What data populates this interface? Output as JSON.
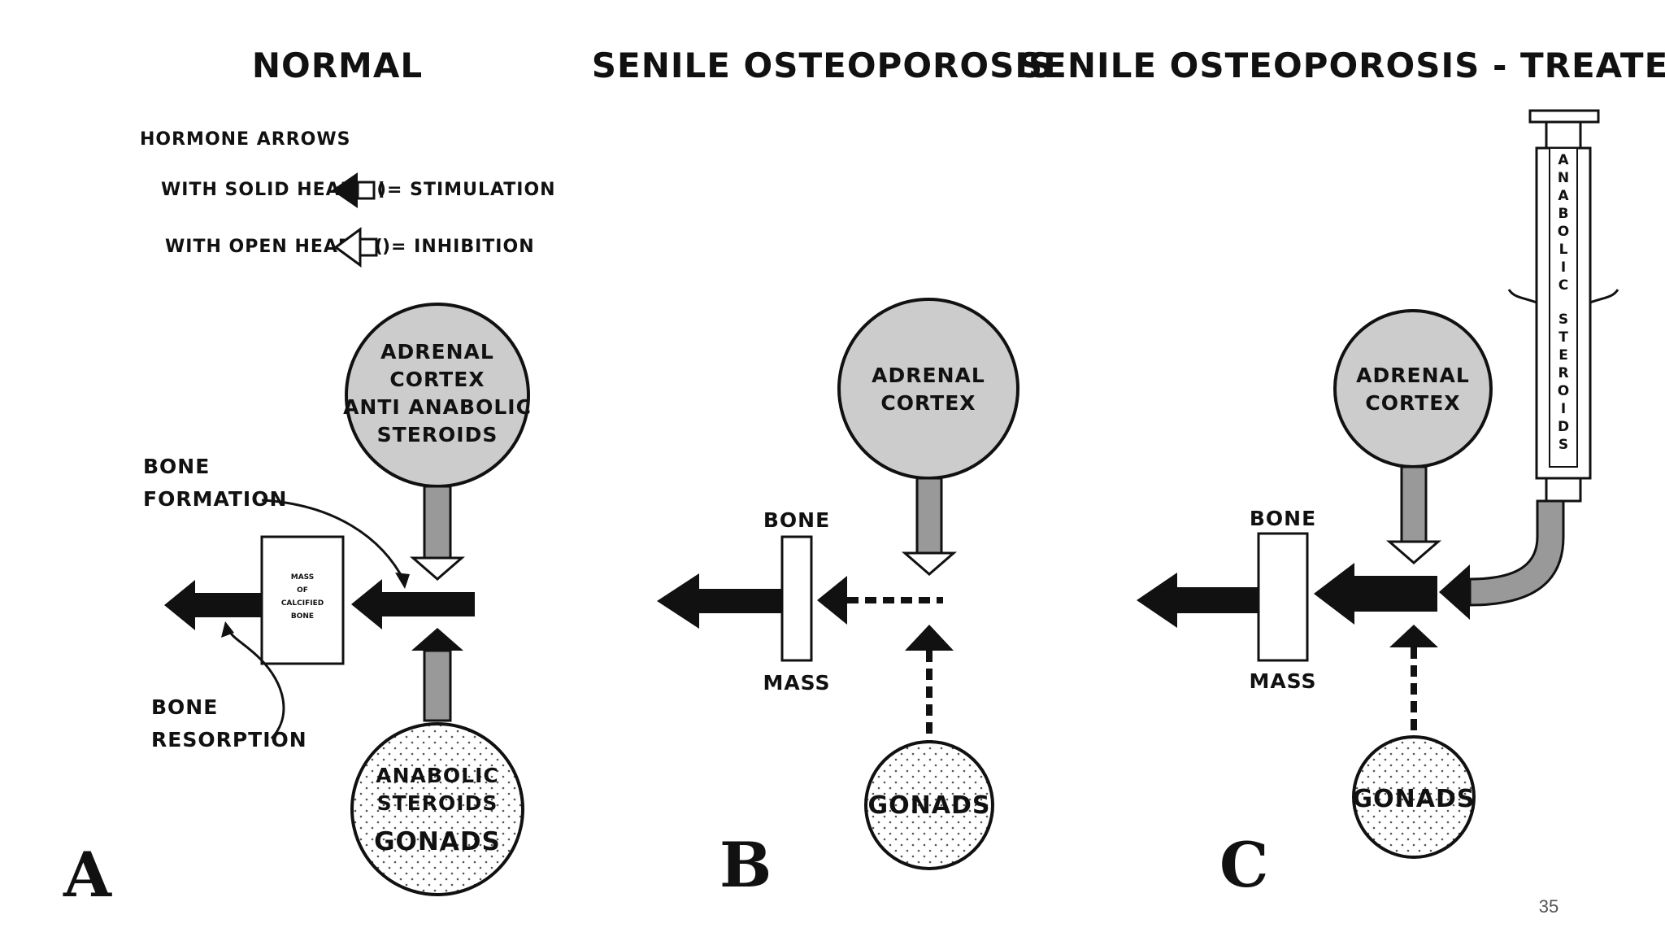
{
  "titles": {
    "normal": "NORMAL",
    "senile": "SENILE  OSTEOPOROSIS",
    "treated": "SENILE  OSTEOPOROSIS - TREATED"
  },
  "legend": {
    "heading": "HORMONE  ARROWS",
    "solid_prefix": "WITH SOLID HEADS (",
    "solid_suffix": ")=  STIMULATION",
    "open_prefix": "WITH OPEN HEADS (",
    "open_suffix": ")=  INHIBITION"
  },
  "panel_a": {
    "letter": "A",
    "adrenal_lines": [
      "ADRENAL",
      "CORTEX",
      "ANTI ANABOLIC",
      "STEROIDS"
    ],
    "gonads_lines": [
      "ANABOLIC",
      "STEROIDS",
      "GONADS"
    ],
    "bone_formation_lines": [
      "BONE",
      "FORMATION"
    ],
    "bone_resorption_lines": [
      "BONE",
      "RESORPTION"
    ],
    "bone_box_lines": [
      "MASS",
      "OF",
      "CALCIFIED",
      "BONE"
    ]
  },
  "panel_b": {
    "letter": "B",
    "adrenal_lines": [
      "ADRENAL",
      "CORTEX"
    ],
    "gonads": "GONADS",
    "bone_top": "BONE",
    "bone_bottom": "MASS"
  },
  "panel_c": {
    "letter": "C",
    "adrenal_lines": [
      "ADRENAL",
      "CORTEX"
    ],
    "gonads": "GONADS",
    "bone_top": "BONE",
    "bone_bottom": "MASS",
    "syringe_letters": [
      "A",
      "N",
      "A",
      "B",
      "O",
      "L",
      "I",
      "C",
      "S",
      "T",
      "E",
      "R",
      "O",
      "I",
      "D",
      "S"
    ]
  },
  "page_number": "35",
  "colors": {
    "gland_fill": "#cccccc",
    "arrow_shaft_fill": "#999999",
    "ink": "#111111"
  }
}
